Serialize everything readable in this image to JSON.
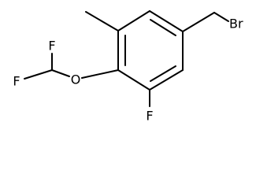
{
  "molecule": {
    "atoms": {
      "bromine": "Br",
      "oxygen": "O",
      "fluorine_ring": "F",
      "fluorine_top": "F",
      "fluorine_bottom": "F"
    }
  }
}
